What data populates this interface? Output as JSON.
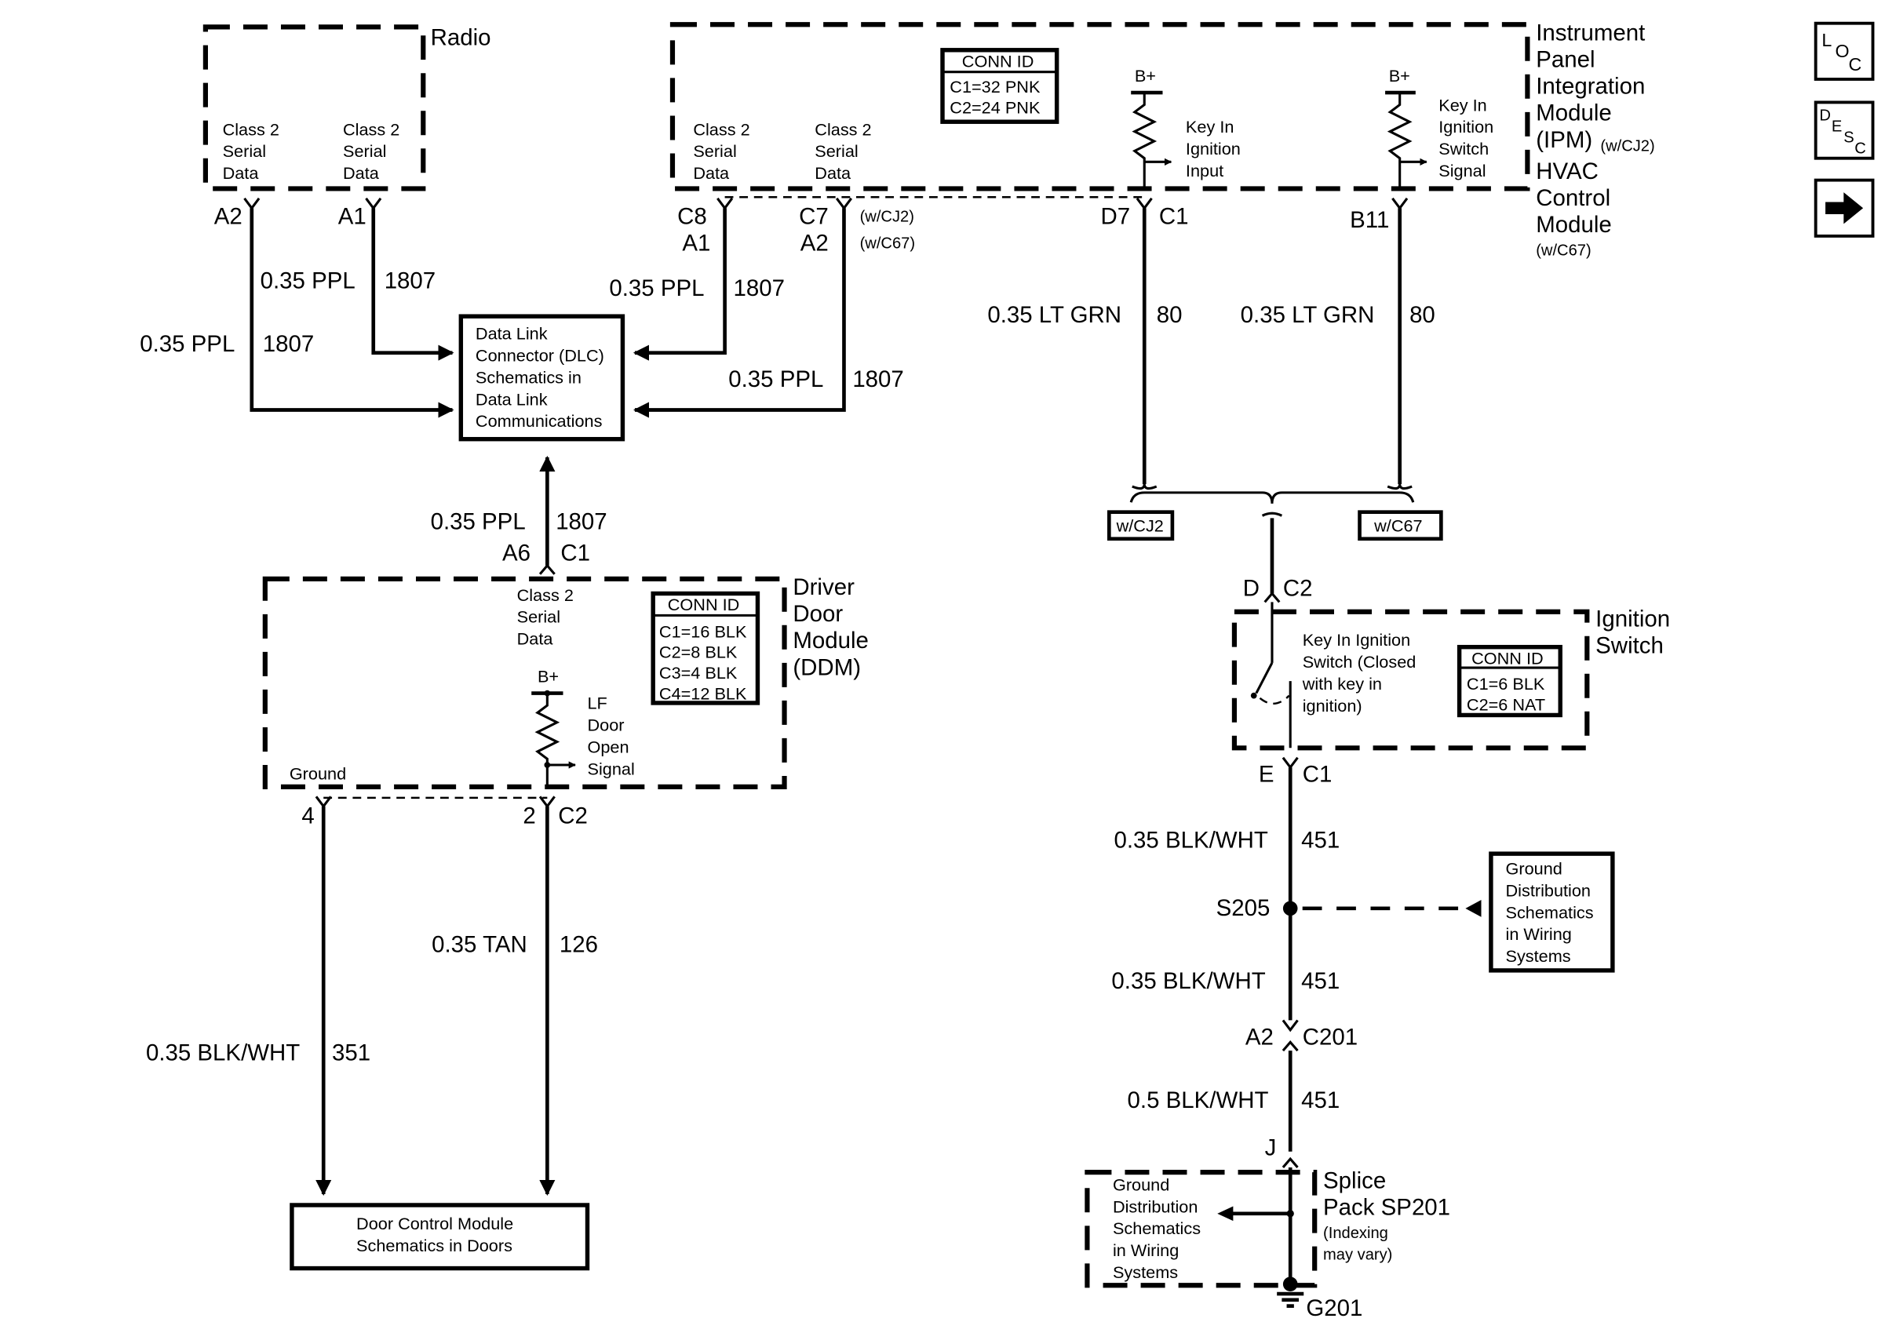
{
  "radio": {
    "title": "Radio",
    "pins": [
      "A2",
      "A1"
    ],
    "data_label": [
      "Class 2",
      "Serial",
      "Data"
    ],
    "wire_a1": {
      "gauge": "0.35 PPL",
      "circuit": "1807"
    },
    "wire_a2": {
      "gauge": "0.35 PPL",
      "circuit": "1807"
    }
  },
  "ipm": {
    "title": [
      "Instrument",
      "Panel",
      "Integration",
      "Module"
    ],
    "title_ipm": "(IPM)",
    "title_ipm_note": "(w/CJ2)",
    "hvac_title": [
      "HVAC",
      "Control",
      "Module"
    ],
    "hvac_note": "(w/C67)",
    "conn_id": {
      "header": "CONN ID",
      "rows": [
        "C1=32 PNK",
        "C2=24 PNK"
      ]
    },
    "data_label": [
      "Class 2",
      "Serial",
      "Data"
    ],
    "c8": "C8",
    "c8_alt": "A1",
    "c7": "C7",
    "c7_alt": "A2",
    "note_cj2": "(w/CJ2)",
    "note_c67": "(w/C67)",
    "bplus": "B+",
    "key_input": [
      "Key In",
      "Ignition",
      "Input"
    ],
    "key_switch": [
      "Key In",
      "Ignition",
      "Switch",
      "Signal"
    ],
    "pin_d7": "D7",
    "conn_c1": "C1",
    "pin_b11": "B11",
    "wire_c8": {
      "gauge": "0.35 PPL",
      "circuit": "1807"
    },
    "wire_c7": {
      "gauge": "0.35 PPL",
      "circuit": "1807"
    },
    "wire_d7": {
      "gauge": "0.35 LT GRN",
      "circuit": "80"
    },
    "wire_b11": {
      "gauge": "0.35 LT GRN",
      "circuit": "80"
    },
    "opt_cj2": "w/CJ2",
    "opt_c67": "w/C67"
  },
  "dlc": {
    "lines": [
      "Data Link",
      "Connector (DLC)",
      "Schematics in",
      "Data Link",
      "Communications"
    ]
  },
  "ddm": {
    "title": [
      "Driver",
      "Door",
      "Module",
      "(DDM)"
    ],
    "wire_top": {
      "gauge": "0.35 PPL",
      "circuit": "1807"
    },
    "pin_a6": "A6",
    "conn_c1": "C1",
    "data_label": [
      "Class 2",
      "Serial",
      "Data"
    ],
    "conn_id": {
      "header": "CONN ID",
      "rows": [
        "C1=16 BLK",
        "C2=8 BLK",
        "C3=4 BLK",
        "C4=12 BLK"
      ]
    },
    "bplus": "B+",
    "lf_signal": [
      "LF",
      "Door",
      "Open",
      "Signal"
    ],
    "ground": "Ground",
    "pin_4": "4",
    "pin_2": "2",
    "conn_c2": "C2",
    "wire_126": {
      "gauge": "0.35 TAN",
      "circuit": "126"
    },
    "wire_351": {
      "gauge": "0.35 BLK/WHT",
      "circuit": "351"
    }
  },
  "door_control": {
    "lines": [
      "Door Control Module",
      "Schematics in Doors"
    ]
  },
  "ignition": {
    "title": [
      "Ignition",
      "Switch"
    ],
    "pin_d": "D",
    "conn_c2": "C2",
    "switch_label": [
      "Key In Ignition",
      "Switch (Closed",
      "with key in",
      "ignition)"
    ],
    "conn_id": {
      "header": "CONN ID",
      "rows": [
        "C1=6 BLK",
        "C2=6 NAT"
      ]
    },
    "pin_e": "E",
    "conn_c1": "C1"
  },
  "ground_path": {
    "wire1": {
      "gauge": "0.35 BLK/WHT",
      "circuit": "451"
    },
    "splice": "S205",
    "ground_dist": [
      "Ground",
      "Distribution",
      "Schematics",
      "in Wiring",
      "Systems"
    ],
    "wire2": {
      "gauge": "0.35 BLK/WHT",
      "circuit": "451"
    },
    "pin_a2": "A2",
    "conn_c201": "C201",
    "wire3": {
      "gauge": "0.5 BLK/WHT",
      "circuit": "451"
    },
    "pin_j": "J",
    "splice_pack": [
      "Splice",
      "Pack SP201"
    ],
    "splice_note": [
      "(Indexing",
      "may vary)"
    ],
    "sp_ground_dist": [
      "Ground",
      "Distribution",
      "Schematics",
      "in Wiring",
      "Systems"
    ],
    "g201": "G201"
  },
  "nav": {
    "loc": [
      "L",
      "O",
      "C"
    ],
    "desc": [
      "D",
      "E",
      "S",
      "C"
    ],
    "next_icon": "arrow-right-icon"
  }
}
